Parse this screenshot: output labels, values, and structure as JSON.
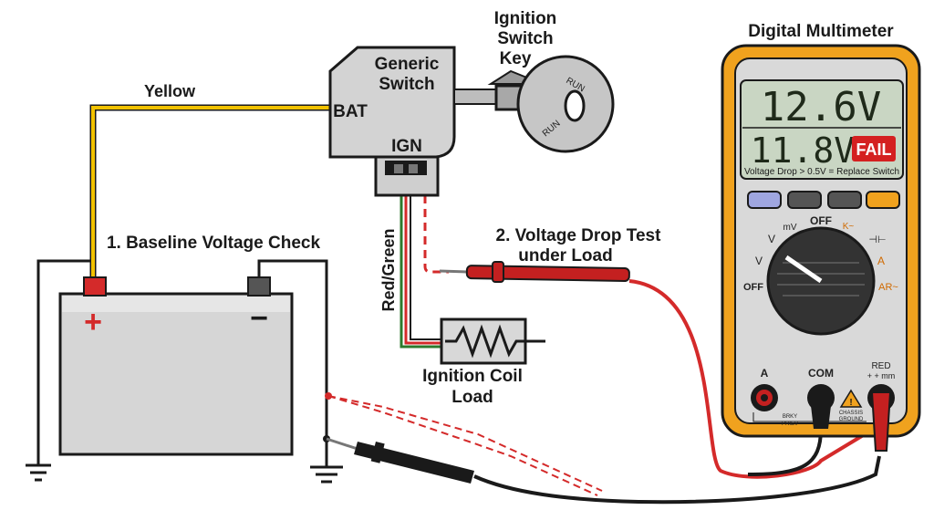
{
  "labels": {
    "yellow_wire": "Yellow",
    "red_green_wire": "Red/Green",
    "switch_title_1": "Generic",
    "switch_title_2": "Switch",
    "bat_terminal": "BAT",
    "ign_terminal": "IGN",
    "key_title_1": "Ignition",
    "key_title_2": "Switch",
    "key_title_3": "Key",
    "key_run_1": "RUN",
    "key_run_2": "RUN",
    "step1": "1. Baseline Voltage Check",
    "step2_line1": "2. Voltage Drop Test",
    "step2_line2": "under Load",
    "coil_line1": "Ignition Coil",
    "coil_line2": "Load",
    "battery_pos": "+",
    "battery_neg": "−"
  },
  "multimeter": {
    "title": "Digital Multimeter",
    "reading_top": "12.6V",
    "reading_bottom": "11.8V",
    "status_badge": "FAIL",
    "footnote": "Voltage Drop > 0.5V = Replace Switch",
    "dial_off_top": "OFF",
    "dial_off_left": "OFF",
    "dial_mv": "mV",
    "dial_v_dc": "V",
    "dial_v_ac": "V",
    "dial_cap": "⊣⊢",
    "dial_amp": "A",
    "dial_ar": "AR~",
    "dial_k": "K~",
    "jack_a": "A",
    "jack_com": "COM",
    "jack_red_1": "RED",
    "jack_red_2": "+ + mm",
    "chassis_1": "CHASSIS",
    "chassis_2": "GROUND",
    "brky_1": "BRKY",
    "brky_2": "PRIEV"
  },
  "colors": {
    "wire_yellow": "#f2c200",
    "wire_red": "#d42a2a",
    "wire_green": "#2d7a2d",
    "probe_red": "#c42020",
    "probe_black": "#1a1a1a",
    "meter_body": "#f0a21e",
    "lcd": "#c9d6c3",
    "fail_badge": "#d42020"
  }
}
